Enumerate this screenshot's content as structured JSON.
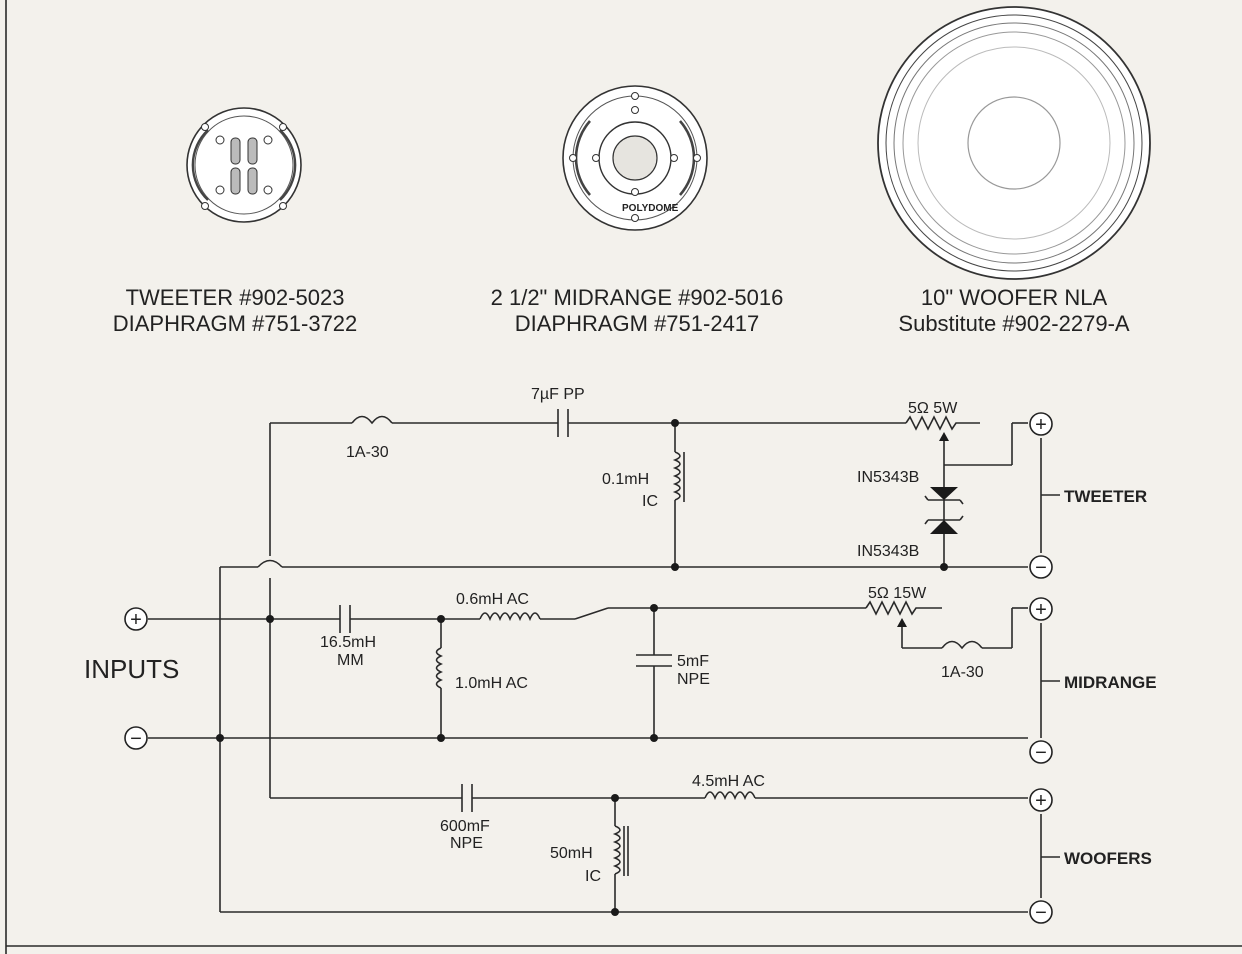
{
  "drivers": {
    "tweeter": {
      "line1": "TWEETER #902-5023",
      "line2": "DIAPHRAGM #751-3722"
    },
    "midrange": {
      "line1": "2 1/2\" MIDRANGE #902-5016",
      "line2": "DIAPHRAGM #751-2417",
      "badge": "POLYDOME"
    },
    "woofer": {
      "line1": "10\" WOOFER NLA",
      "line2": "Substitute #902-2279-A"
    }
  },
  "schematic": {
    "inputs_label": "INPUTS",
    "plus": "+",
    "minus": "−",
    "tweeter_section": {
      "fuse": "1A-30",
      "cap": "7µF  PP",
      "coil_l1": "0.1mH",
      "coil_l2": "IC",
      "resistor": "5Ω  5W",
      "zener_top": "IN5343B",
      "zener_bottom": "IN5343B",
      "output_label": "TWEETER"
    },
    "midrange_section": {
      "cap_l1": "16.5mH",
      "cap_l2": "MM",
      "series_coil": "0.6mH  AC",
      "shunt_coil": "1.0mH AC",
      "shunt_cap_l1": "5mF",
      "shunt_cap_l2": "NPE",
      "resistor": "5Ω  15W",
      "fuse": "1A-30",
      "output_label": "MIDRANGE"
    },
    "woofer_section": {
      "cap_l1": "600mF",
      "cap_l2": "NPE",
      "series_coil": "4.5mH  AC",
      "shunt_coil_l1": "50mH",
      "shunt_coil_l2": "IC",
      "output_label": "WOOFERS"
    }
  }
}
